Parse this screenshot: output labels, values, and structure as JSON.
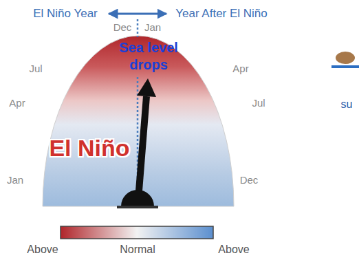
{
  "diagram": {
    "labels": [
      "El Niño Year",
      "Year After El Niño",
      "Dec",
      "Jan",
      "Jul",
      "Apr",
      "Apr",
      "Jul",
      "Jan",
      "Dec",
      "Sea level drops",
      "El Niño",
      "Above",
      "Normal",
      "Above",
      "su"
    ]
  }
}
